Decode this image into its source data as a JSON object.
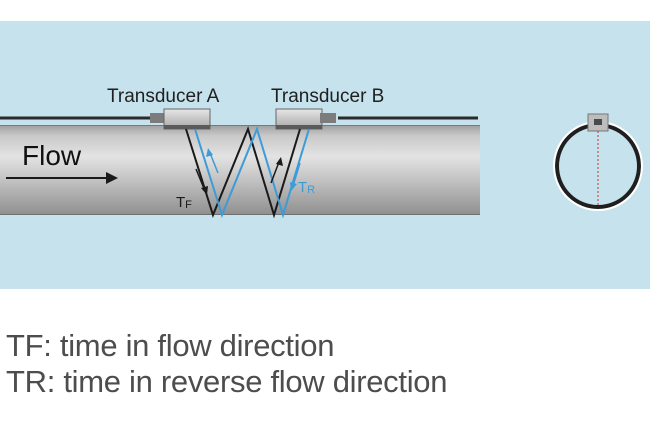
{
  "diagram": {
    "transducer_a_label": "Transducer A",
    "transducer_b_label": "Transducer B",
    "flow_label": "Flow",
    "tf_label": {
      "main": "T",
      "sub": "F"
    },
    "tr_label": {
      "main": "T",
      "sub": "R"
    }
  },
  "legend": {
    "line1": "TF: time in flow direction",
    "line2": "TR: time in reverse flow direction"
  },
  "colors": {
    "panel_background": "#c6e2ed",
    "pipe": "#b7b7b7",
    "reverse_path": "#3d9bd6",
    "forward_path": "#1a1a1a",
    "legend_text": "#4d4d4d"
  }
}
